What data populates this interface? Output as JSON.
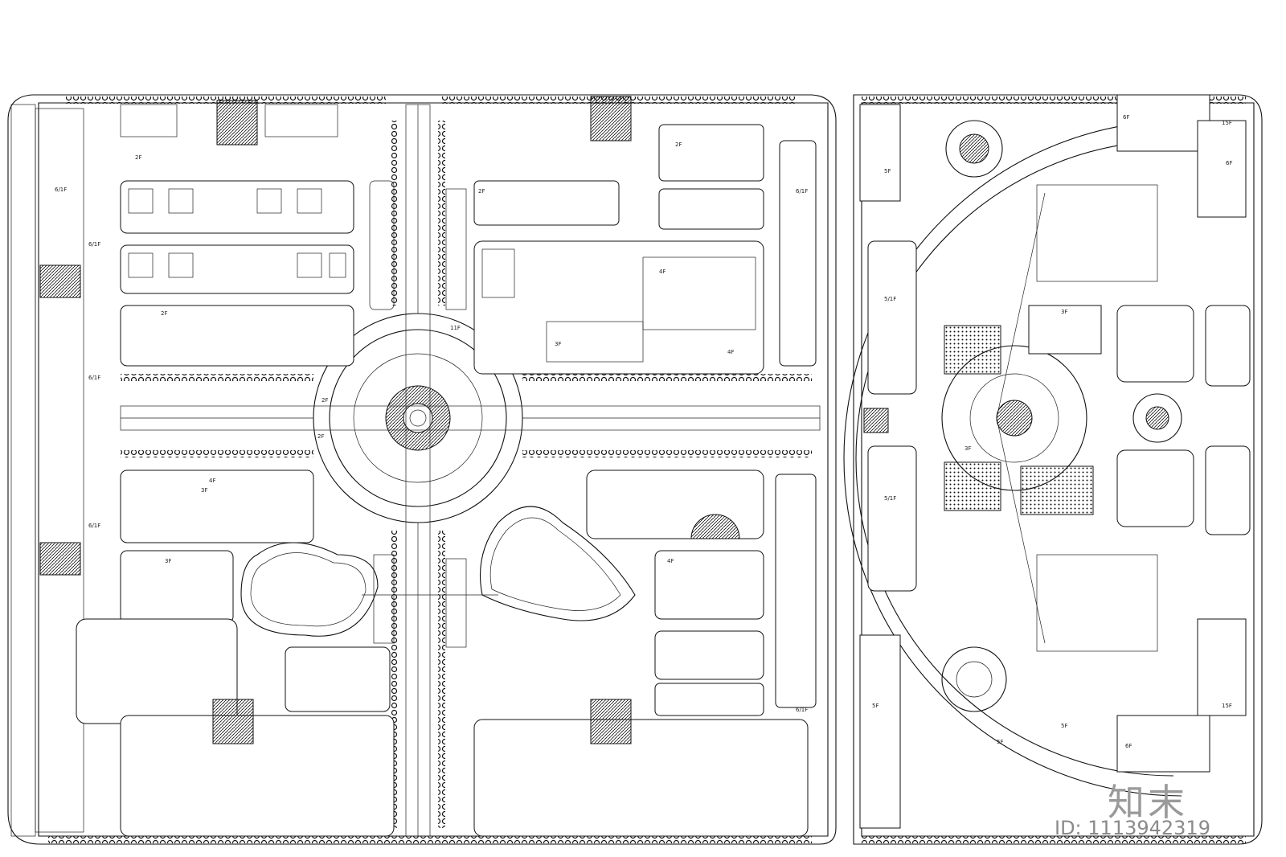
{
  "map": {
    "type": "site plan (CAD line drawing)",
    "colors": {
      "line": "#111111",
      "background": "#ffffff",
      "watermark": "#999999"
    }
  },
  "labels": {
    "storeys": [
      "2F",
      "2F",
      "2F",
      "2F",
      "3F",
      "3F",
      "4F",
      "4F",
      "6F",
      "15F",
      "11F",
      "2F",
      "2F",
      "3F",
      "4F",
      "4F",
      "3F",
      "3F",
      "6F",
      "15F",
      "6F",
      "5F",
      "5F",
      "5F",
      "5F"
    ],
    "units": [
      "6/1F",
      "6/1F",
      "6/1F",
      "6/1F",
      "5/1F",
      "5/1F",
      "6/1F",
      "6/1F"
    ]
  },
  "watermark": {
    "logo_text": "知末",
    "id_text": "ID: 1113942319"
  }
}
